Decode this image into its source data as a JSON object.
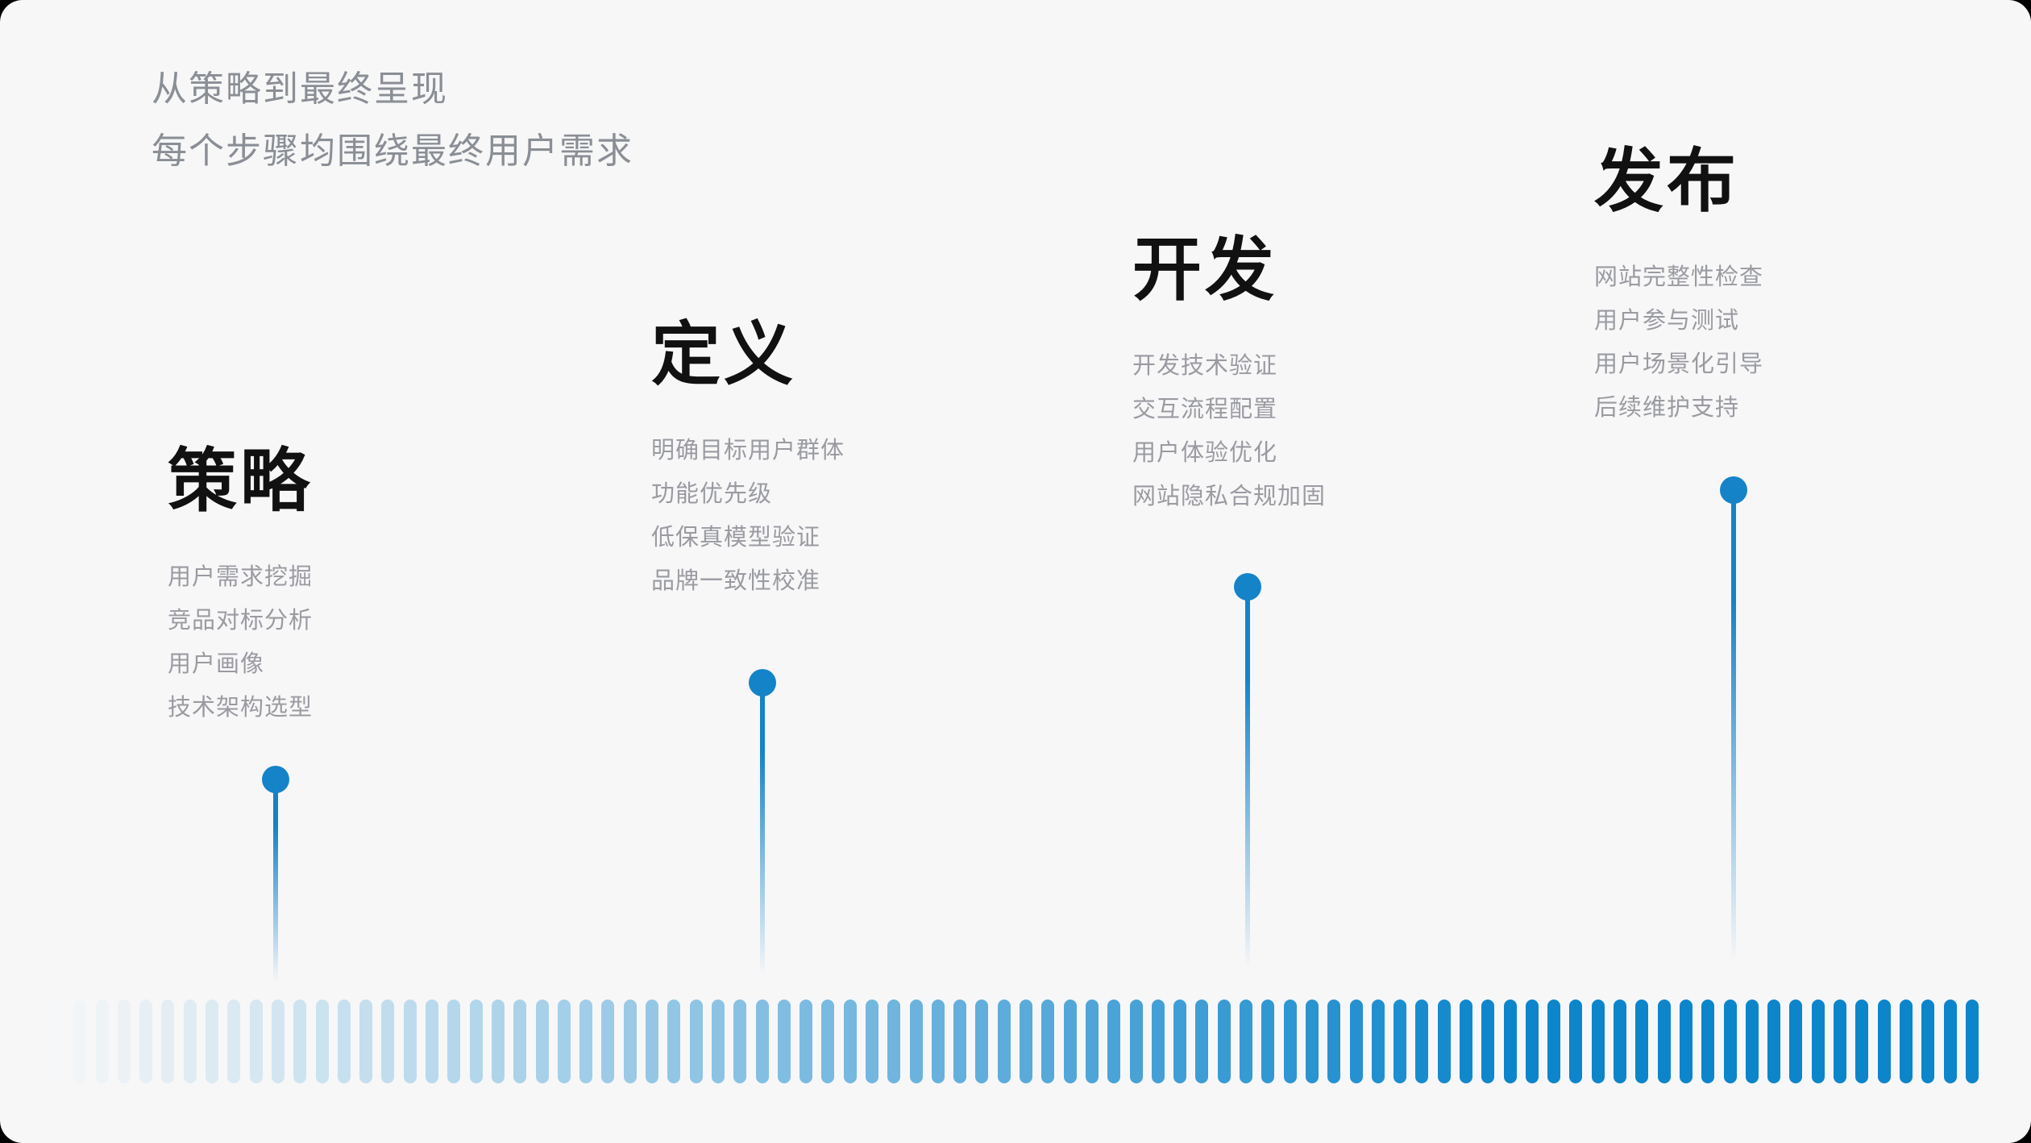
{
  "header": {
    "line1": "从策略到最终呈现",
    "line2": "每个步骤均围绕最终用户需求"
  },
  "stages": [
    {
      "title": "策略",
      "items": [
        "用户需求挖掘",
        "竞品对标分析",
        "用户画像",
        "技术架构选型"
      ]
    },
    {
      "title": "定义",
      "items": [
        "明确目标用户群体",
        "功能优先级",
        "低保真模型验证",
        "品牌一致性校准"
      ]
    },
    {
      "title": "开发",
      "items": [
        "开发技术验证",
        "交互流程配置",
        "用户体验优化",
        "网站隐私合规加固"
      ]
    },
    {
      "title": "发布",
      "items": [
        "网站完整性检查",
        "用户参与测试",
        "用户场景化引导",
        "后续维护支持"
      ]
    }
  ],
  "colors": {
    "background": "#f7f7f8",
    "accent_blue": "#1583c8",
    "bar_blue": "#0c85cb",
    "title_text": "#111111",
    "muted_text": "#9a9ba1",
    "header_text": "#8a8e95"
  },
  "decor": {
    "bar_count": 88
  }
}
